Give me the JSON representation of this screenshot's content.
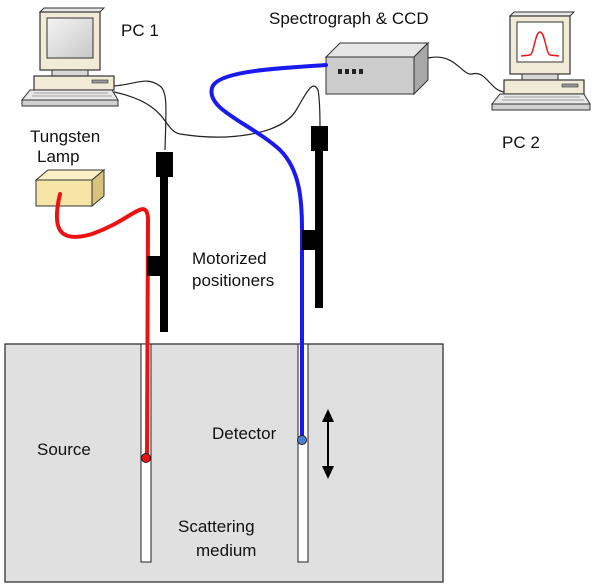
{
  "labels": {
    "pc1": "PC 1",
    "spectrograph": "Spectrograph & CCD",
    "pc2": "PC 2",
    "lamp_line1": "Tungsten",
    "lamp_line2": "Lamp",
    "positioners_line1": "Motorized",
    "positioners_line2": "positioners",
    "source": "Source",
    "detector": "Detector",
    "medium_line1": "Scattering",
    "medium_line2": "medium"
  },
  "colors": {
    "source_fiber": "#ee1111",
    "detector_fiber": "#1a1aee",
    "medium_fill": "#e0e0e0",
    "lamp_fill": "#f5e6a8",
    "spectrograph_fill": "#cccccc",
    "positioner": "#000000",
    "spectrum_peak": "#ee1111"
  },
  "icons": [
    "computer-icon",
    "computer-icon",
    "spectrograph-box",
    "tungsten-lamp-box",
    "double-arrow-icon"
  ]
}
